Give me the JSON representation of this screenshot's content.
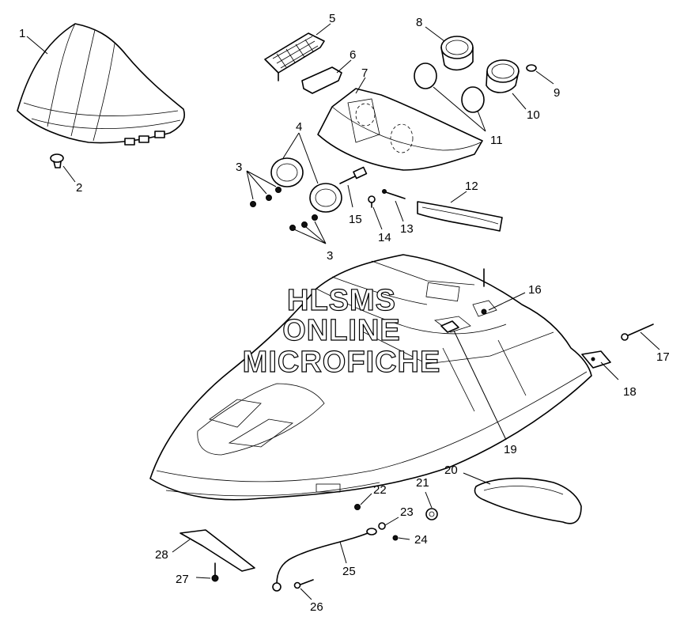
{
  "callouts": [
    {
      "id": "1",
      "label": "1"
    },
    {
      "id": "2",
      "label": "2"
    },
    {
      "id": "3a",
      "label": "3"
    },
    {
      "id": "3b",
      "label": "3"
    },
    {
      "id": "4",
      "label": "4"
    },
    {
      "id": "5",
      "label": "5"
    },
    {
      "id": "6",
      "label": "6"
    },
    {
      "id": "7",
      "label": "7"
    },
    {
      "id": "8",
      "label": "8"
    },
    {
      "id": "9",
      "label": "9"
    },
    {
      "id": "10",
      "label": "10"
    },
    {
      "id": "11",
      "label": "11"
    },
    {
      "id": "12",
      "label": "12"
    },
    {
      "id": "13",
      "label": "13"
    },
    {
      "id": "14",
      "label": "14"
    },
    {
      "id": "15",
      "label": "15"
    },
    {
      "id": "16",
      "label": "16"
    },
    {
      "id": "17",
      "label": "17"
    },
    {
      "id": "18",
      "label": "18"
    },
    {
      "id": "19",
      "label": "19"
    },
    {
      "id": "20",
      "label": "20"
    },
    {
      "id": "21",
      "label": "21"
    },
    {
      "id": "22",
      "label": "22"
    },
    {
      "id": "23",
      "label": "23"
    },
    {
      "id": "24",
      "label": "24"
    },
    {
      "id": "25",
      "label": "25"
    },
    {
      "id": "26",
      "label": "26"
    },
    {
      "id": "27",
      "label": "27"
    },
    {
      "id": "28",
      "label": "28"
    }
  ],
  "watermark": {
    "line1": "HLSMS",
    "line2": "ONLINE",
    "line3": "MICROFICHE"
  }
}
